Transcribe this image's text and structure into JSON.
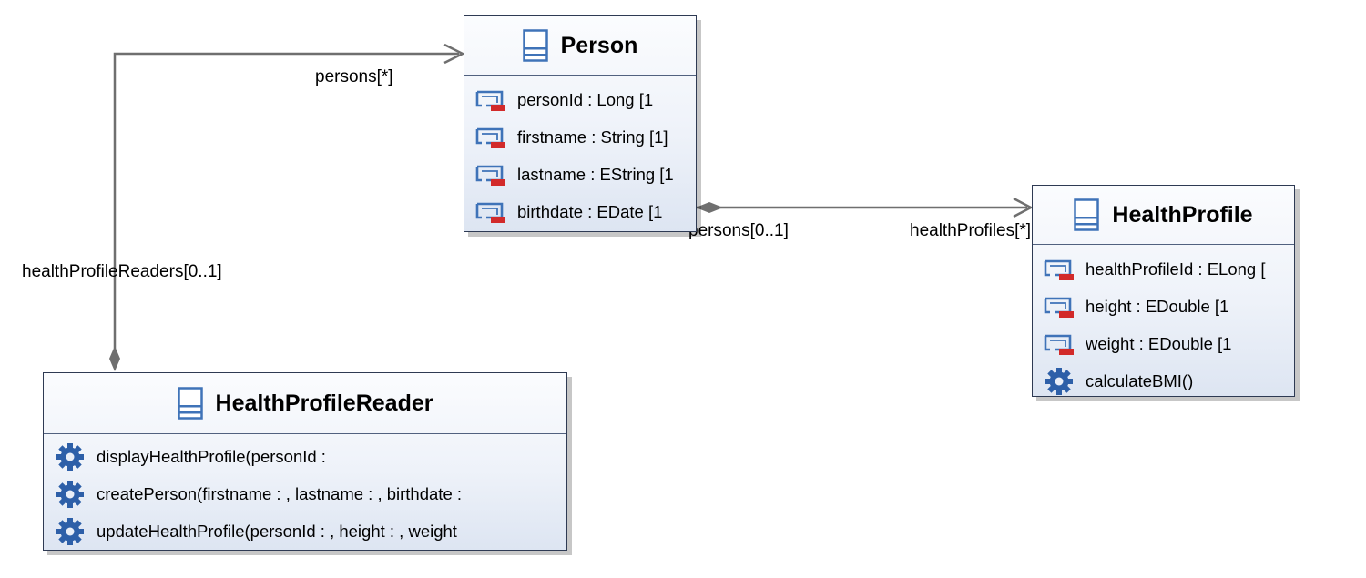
{
  "classes": {
    "person": {
      "name": "Person",
      "attributes": [
        "personId : Long [1",
        "firstname : String [1]",
        "lastname : EString [1",
        "birthdate : EDate [1"
      ]
    },
    "health_profile": {
      "name": "HealthProfile",
      "attributes": [
        "healthProfileId : ELong [",
        "height : EDouble [1",
        "weight : EDouble [1"
      ],
      "operations": [
        "calculateBMI()"
      ]
    },
    "health_profile_reader": {
      "name": "HealthProfileReader",
      "operations": [
        "displayHealthProfile(personId :",
        "createPerson(firstname : , lastname : , birthdate :",
        "updateHealthProfile(personId : , height : , weight"
      ]
    }
  },
  "associations": {
    "reader_persons": {
      "target_label": "persons[*]",
      "source_label": "healthProfileReaders[0..1]"
    },
    "person_profiles": {
      "source_label": "persons[0..1]",
      "target_label": "healthProfiles[*]"
    }
  },
  "icons": {
    "class": "class-icon",
    "attribute": "attribute-icon",
    "operation": "operation-gear-icon"
  },
  "colors": {
    "border": "#2e3a53",
    "connector": "#6f6f6f",
    "icon_blue": "#3f73b8",
    "icon_red": "#d22a2a",
    "gear_blue": "#2d5fa8"
  }
}
